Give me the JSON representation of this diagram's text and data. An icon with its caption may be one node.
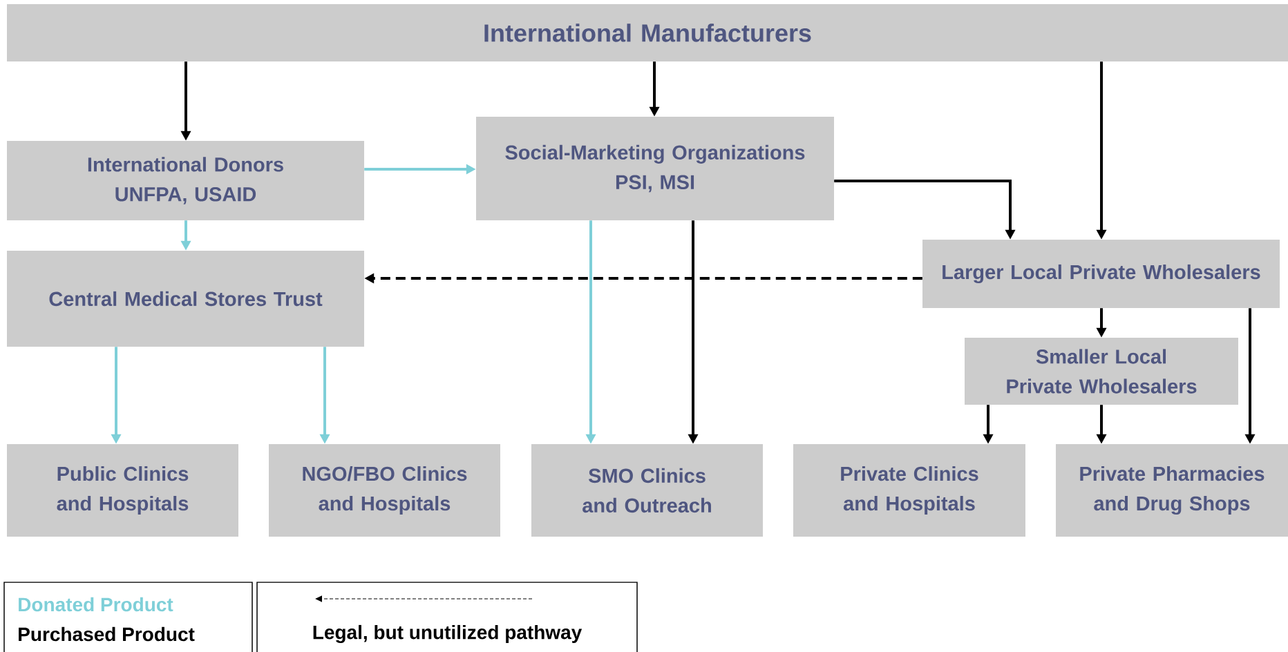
{
  "diagram": {
    "nodes": [
      {
        "text": [
          "International Manufacturers"
        ]
      },
      {
        "text": [
          "International Donors",
          "UNFPA, USAID"
        ]
      },
      {
        "text": [
          "Social-Marketing Organizations",
          "PSI, MSI"
        ]
      },
      {
        "text": [
          "Central Medical Stores Trust"
        ]
      },
      {
        "text": [
          "Larger Local Private Wholesalers"
        ]
      },
      {
        "text": [
          "Smaller Local Private Wholesalers"
        ]
      },
      {
        "text": [
          "Public Clinics and Hospitals"
        ]
      },
      {
        "text": [
          "NGO/FBO Clinics and Hospitals"
        ]
      },
      {
        "text": [
          "SMO Clinics and Outreach"
        ]
      },
      {
        "text": [
          "Private Clinics and Hospitals"
        ]
      },
      {
        "text": [
          "Private Pharmacies and Drug Shops"
        ]
      }
    ],
    "edges": [
      {
        "from": 0,
        "to": 1,
        "arrow": "to"
      },
      {
        "from": 0,
        "to": 2,
        "arrow": "to"
      },
      {
        "from": 0,
        "to": 4,
        "arrow": "to"
      },
      {
        "from": 1,
        "to": 2,
        "arrow": "to",
        "color": "#7ecfd8"
      },
      {
        "from": 1,
        "to": 3,
        "arrow": "to",
        "color": "#7ecfd8"
      },
      {
        "from": 2,
        "to": 4,
        "arrow": "to"
      },
      {
        "from": 4,
        "to": 3,
        "arrow": "to",
        "style": "dashed"
      },
      {
        "from": 3,
        "to": 6,
        "arrow": "to",
        "color": "#7ecfd8"
      },
      {
        "from": 3,
        "to": 7,
        "arrow": "to",
        "color": "#7ecfd8"
      },
      {
        "from": 2,
        "to": 8,
        "arrow": "to",
        "color": "#7ecfd8"
      },
      {
        "from": 2,
        "to": 8,
        "arrow": "to"
      },
      {
        "from": 4,
        "to": 5,
        "arrow": "to"
      },
      {
        "from": 5,
        "to": 9,
        "arrow": "to"
      },
      {
        "from": 5,
        "to": 10,
        "arrow": "to"
      },
      {
        "from": 4,
        "to": 10,
        "arrow": "to"
      }
    ],
    "legend": [
      {
        "text": "Donated Product",
        "color": "#7ecfd8"
      },
      {
        "text": "Purchased Product",
        "color": "#000000"
      },
      {
        "text": "Legal, but unutilized pathway"
      }
    ]
  }
}
